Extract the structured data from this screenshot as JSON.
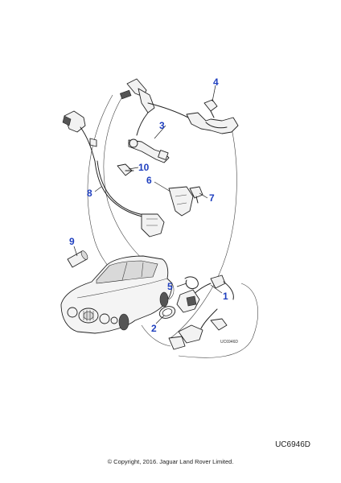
{
  "diagram": {
    "callouts": [
      {
        "id": "c1",
        "label": "1"
      },
      {
        "id": "c2",
        "label": "2"
      },
      {
        "id": "c3",
        "label": "3"
      },
      {
        "id": "c4",
        "label": "4"
      },
      {
        "id": "c5",
        "label": "5"
      },
      {
        "id": "c6",
        "label": "6"
      },
      {
        "id": "c7",
        "label": "7"
      },
      {
        "id": "c8",
        "label": "8"
      },
      {
        "id": "c9",
        "label": "9"
      },
      {
        "id": "c10",
        "label": "10"
      }
    ],
    "inner_code": "UC6946D"
  },
  "footer": {
    "code": "UC6946D",
    "copyright": "© Copyright, 2016. Jaguar Land Rover Limited."
  },
  "colors": {
    "callout": "#1f3fbf",
    "line": "#222222",
    "background": "#ffffff"
  },
  "icons": [
    "parts-diagram-illustration"
  ]
}
